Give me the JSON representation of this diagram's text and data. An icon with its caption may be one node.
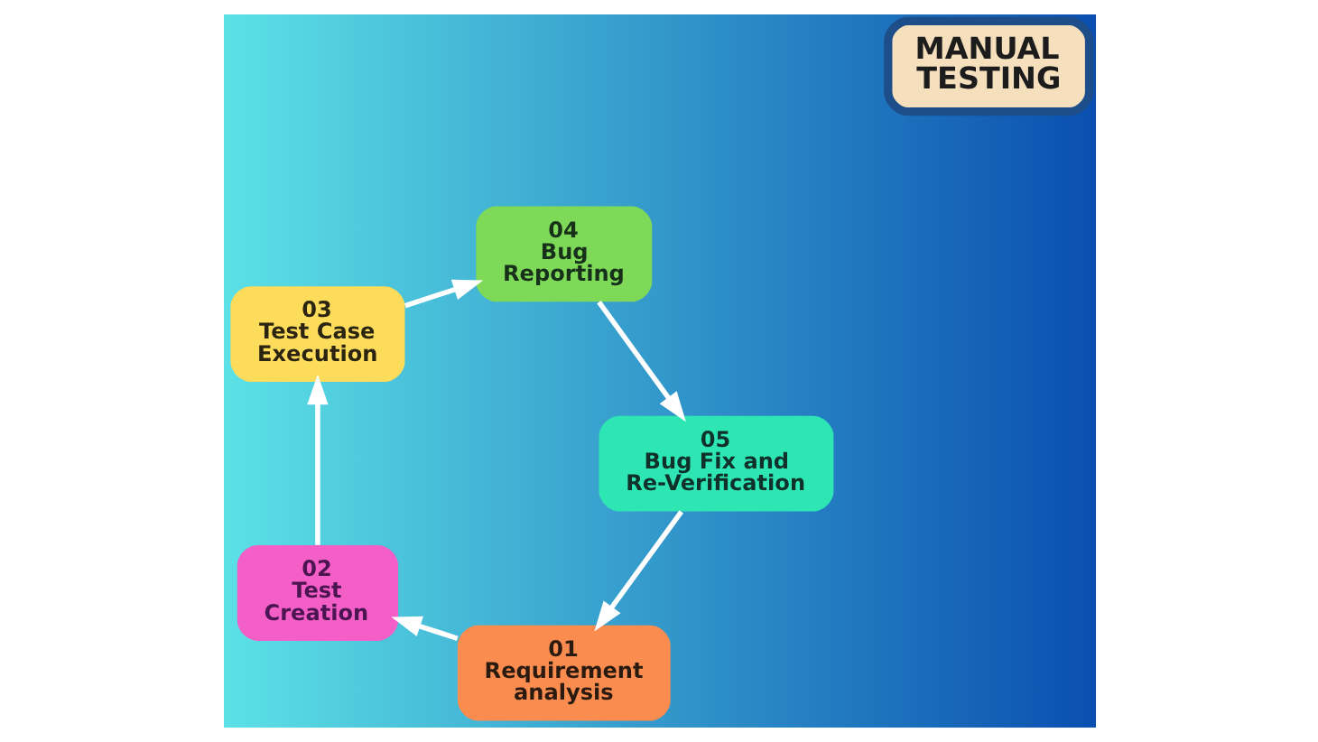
{
  "diagram": {
    "nodes": [
      {
        "text": [
          "01",
          "Requirement analysis"
        ]
      },
      {
        "text": [
          "02",
          "Test Creation"
        ]
      },
      {
        "text": [
          "03",
          "Test Case Execution"
        ]
      },
      {
        "text": [
          "04",
          "Bug Reporting"
        ]
      },
      {
        "text": [
          "05",
          "Bug Fix and Re-Verification"
        ]
      },
      {
        "text": [
          "MANUAL TESTING"
        ]
      }
    ],
    "edges": [
      {
        "from": 0,
        "to": 1,
        "arrow": "to"
      },
      {
        "from": 1,
        "to": 2,
        "arrow": "to"
      },
      {
        "from": 2,
        "to": 3,
        "arrow": "to"
      },
      {
        "from": 3,
        "to": 4,
        "arrow": "to"
      },
      {
        "from": 4,
        "to": 0,
        "arrow": "to"
      }
    ]
  }
}
